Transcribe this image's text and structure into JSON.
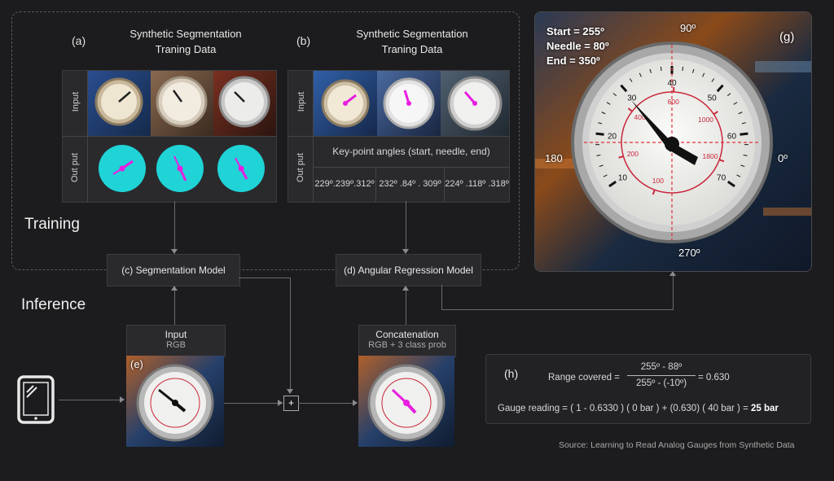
{
  "training": {
    "label": "Training",
    "panel_a": {
      "letter": "(a)",
      "title_line1": "Synthetic Segmentation",
      "title_line2": "Traning Data",
      "row_input": "Input",
      "row_output": "Out put"
    },
    "panel_b": {
      "letter": "(b)",
      "title_line1": "Synthetic Segmentation",
      "title_line2": "Traning Data",
      "row_input": "Input",
      "row_output": "Out put",
      "keypoint_header": "Key-point angles (start, needle, end)",
      "angles": [
        "229º.239º.312º",
        "232º .84º . 309º",
        "224º .118º .318º"
      ]
    }
  },
  "models": {
    "segmentation": "(c) Segmentation Model",
    "angular": "(d) Angular Regression Model"
  },
  "inference": {
    "label": "Inference",
    "input_box": {
      "title": "Input",
      "subtitle": "RGB",
      "letter": "(e)"
    },
    "concat_box": {
      "title": "Concatenation",
      "subtitle": "RGB + 3 class prob"
    },
    "plus": "+"
  },
  "panel_g": {
    "letter": "(g)",
    "start": "Start = 255º",
    "needle": "Needle = 80º",
    "end": "End = 350º",
    "axis_90": "90º",
    "axis_180": "180",
    "axis_0": "0º",
    "axis_270": "270º",
    "outer_ticks": [
      "10",
      "20",
      "30",
      "40",
      "50",
      "60",
      "70"
    ],
    "inner_ticks": [
      "100",
      "200",
      "400",
      "600",
      "1000",
      "1800"
    ]
  },
  "panel_h": {
    "letter": "(h)",
    "range_label": "Range covered =",
    "numerator": "255º - 88º",
    "denominator": "255º - (-10º)",
    "range_result": "= 0.630",
    "reading_prefix": "Gauge reading = ( 1 - 0.6330 ) ( 0 bar ) + (0.630) ( 40 bar ) =",
    "reading_result": "25 bar"
  },
  "source": "Source: Learning to Read Analog Gauges from Synthetic Data",
  "colors": {
    "background": "#1c1c1e",
    "panel": "#2a2a2d",
    "cyan": "#1fd3d6",
    "magenta": "#e81ee0",
    "gauge_red": "#c8283a"
  }
}
